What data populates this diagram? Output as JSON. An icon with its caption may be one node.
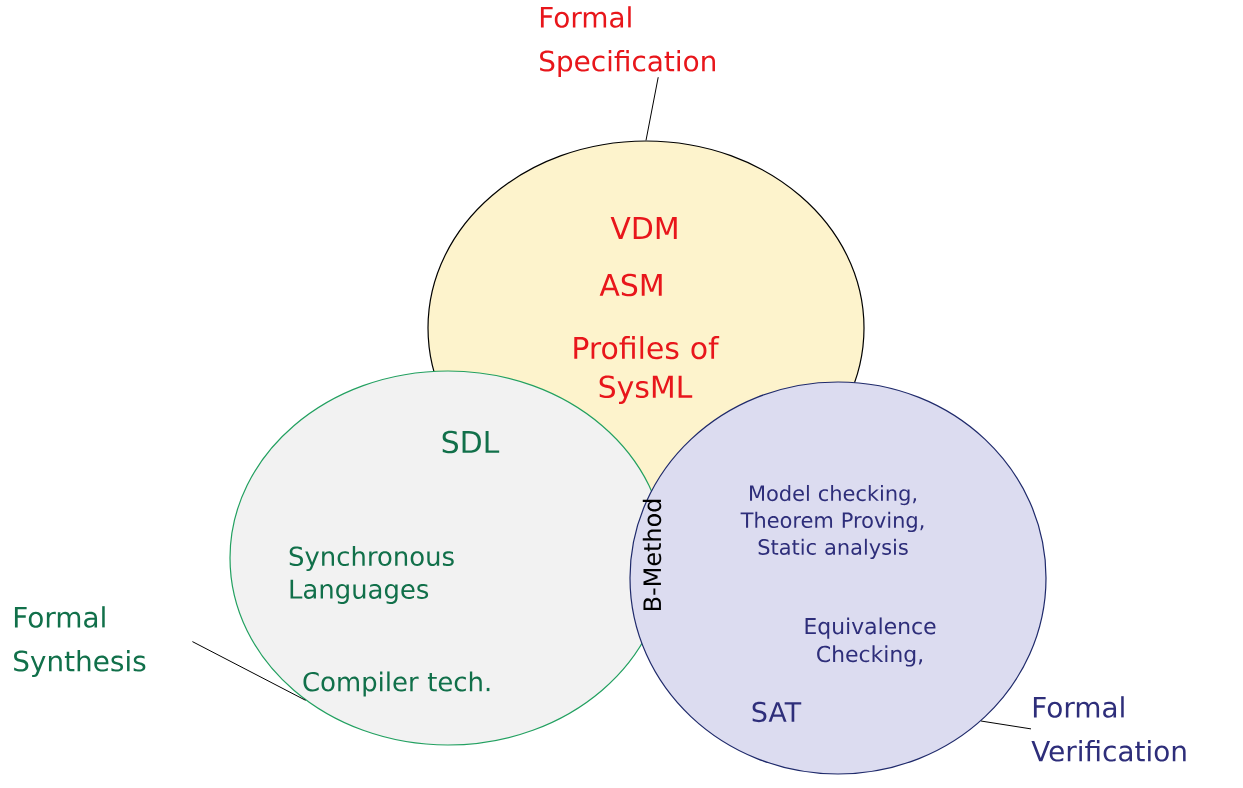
{
  "diagram": {
    "nodes": [
      {
        "text": [
          "VDM",
          "ASM",
          "Profiles of SysML"
        ]
      },
      {
        "text": [
          "SDL",
          "Synchronous Languages",
          "Compiler tech."
        ]
      },
      {
        "text": [
          "Model checking, Theorem Proving, Static analysis",
          "Equivalence Checking,",
          "SAT"
        ]
      },
      {
        "text": [
          "Formal Specification"
        ]
      },
      {
        "text": [
          "Formal Synthesis"
        ]
      },
      {
        "text": [
          "Formal Verification"
        ]
      }
    ],
    "edges": [
      {
        "from": 3,
        "to": 0,
        "arrow": "none"
      },
      {
        "from": 4,
        "to": 1,
        "arrow": "none"
      },
      {
        "from": 5,
        "to": 2,
        "arrow": "none"
      }
    ],
    "labels": [
      "B-Method"
    ]
  }
}
